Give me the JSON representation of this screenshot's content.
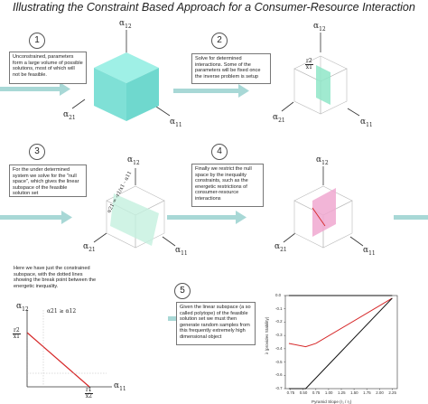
{
  "title": "Illustrating the Constraint Based Approach for a Consumer-Resource Interaction",
  "steps": [
    {
      "num": "1",
      "text": "Unconstrained, parameters form a large volume of possible solutions, most of which will not be feasible."
    },
    {
      "num": "2",
      "text": "Solve for determined interactions. Some of the parameters will be fixed once the inverse problem is setup"
    },
    {
      "num": "3",
      "text": "For the under determined system we solve for the \"null space\", which gives the linear subspace of the feasible solution set"
    },
    {
      "num": "4",
      "text": "Finally we restrict the null space by the inequality constraints, such as the energetic restrictions of consumer-resource interactions"
    },
    {
      "num": "5",
      "text": "Given the linear subspace (a so called polytope) of the feasible solution set we must then generate random samples from this frequently extremely high dimensional object"
    }
  ],
  "note_text": "Here we have just the constrained subspace, with the dotted lines showing the break point between the energetic inequality.",
  "axes": {
    "a12": "α12",
    "a21": "α21",
    "a11": "α11",
    "a12_base": "α",
    "a12_sub": "12",
    "a21_base": "α",
    "a21_sub": "21",
    "a11_base": "α",
    "a11_sub": "11",
    "r2": "r2",
    "x1": "x1",
    "r1": "r1",
    "x2": "x2",
    "plane_eq": "α21 = -r1/x1 - α11",
    "ineq": "α21 ≥ α12"
  },
  "chart_data": {
    "type": "line",
    "xlabel": "Pyramid Slope (r₁ / r₂)",
    "ylabel": "λ (provides Stability)",
    "ylim": [
      -0.7,
      0.0
    ],
    "yticks": [
      0.0,
      -0.1,
      -0.2,
      -0.3,
      -0.4,
      -0.5,
      -0.6,
      -0.7
    ],
    "xticks": [
      "0.75",
      "0.50",
      "0.75",
      "1.00",
      "1.25",
      "1.50",
      "1.75",
      "2.00",
      "2.25"
    ],
    "series": [
      {
        "color": "#d62728",
        "values": [
          [
            0.22,
            -0.36
          ],
          [
            0.55,
            -0.385
          ],
          [
            0.75,
            -0.36
          ],
          [
            2.25,
            -0.02
          ]
        ]
      },
      {
        "color": "#111111",
        "values": [
          [
            0.22,
            -0.7
          ],
          [
            0.55,
            -0.7
          ],
          [
            2.25,
            -0.02
          ]
        ]
      },
      {
        "color": "#111111",
        "values": [
          [
            0.22,
            0.0
          ],
          [
            2.25,
            0.0
          ]
        ]
      }
    ]
  },
  "colors": {
    "arrow": "#a8d8d6",
    "cube": "#7fe0d6",
    "pink": "#e8a0c8",
    "green_plane": "#b8e8d8",
    "red": "#d62728"
  }
}
